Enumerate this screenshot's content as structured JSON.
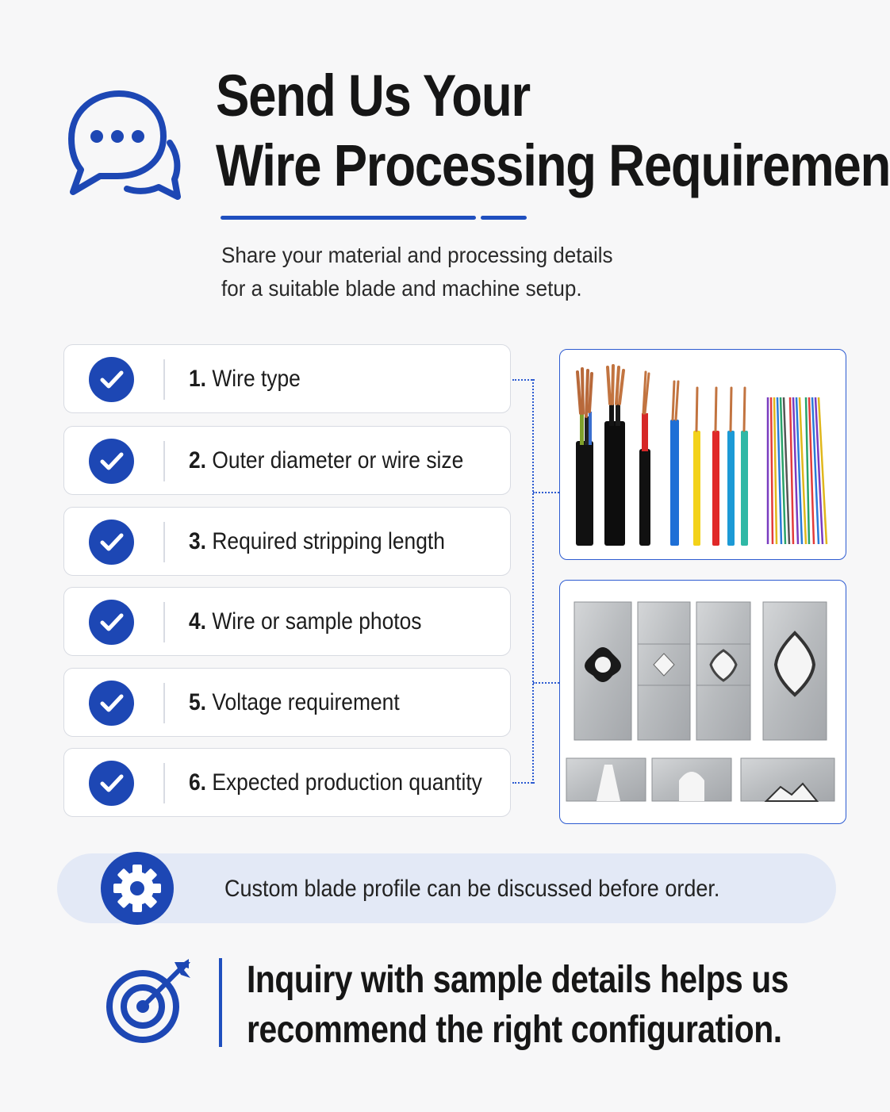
{
  "header": {
    "title_line_1": "Send Us Your",
    "title_line_2": "Wire Processing Requirements",
    "subtitle_line_1": "Share your material and processing details",
    "subtitle_line_2": "for a suitable blade and machine setup."
  },
  "checklist": {
    "items": [
      {
        "number": "1.",
        "label": "Wire type"
      },
      {
        "number": "2.",
        "label": "Outer diameter or wire size"
      },
      {
        "number": "3.",
        "label": "Required stripping length"
      },
      {
        "number": "4.",
        "label": "Wire or sample photos"
      },
      {
        "number": "5.",
        "label": "Voltage requirement"
      },
      {
        "number": "6.",
        "label": "Expected production quantity"
      }
    ]
  },
  "note": {
    "text": "Custom blade profile can be discussed before order.",
    "icon": "gear-icon"
  },
  "footer": {
    "line_1": "Inquiry with sample details helps us",
    "line_2": "recommend the right configuration.",
    "icon": "target-icon"
  },
  "colors": {
    "accent": "#1d47b4",
    "panel_border": "#2d5bd1",
    "banner_bg": "#e3e9f6",
    "page_bg": "#f7f7f8"
  }
}
